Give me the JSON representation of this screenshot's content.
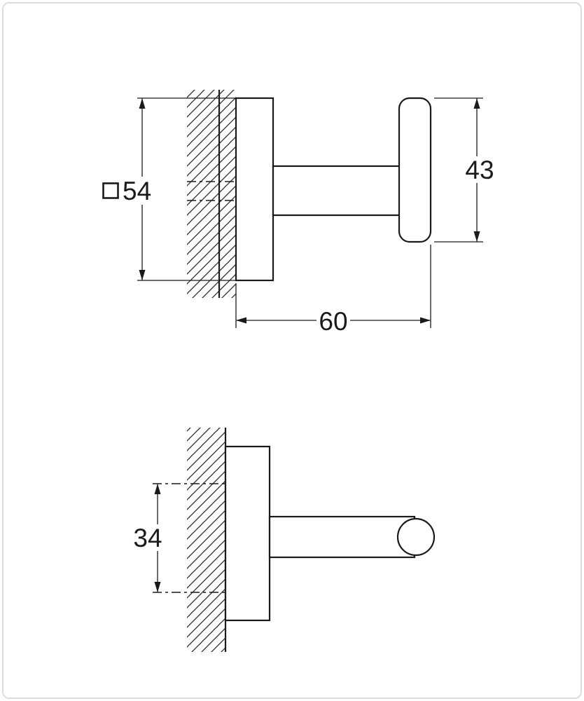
{
  "drawing": {
    "type": "technical-dimension-drawing",
    "subject": "wall-mounted square robe hook, side view and plan view",
    "colors": {
      "line": "#1a1a1a",
      "background": "#ffffff",
      "frame_border": "#dcdcdc"
    },
    "side_view": {
      "plate_height_label": "54",
      "plate_height_prefix_icon": "square-section-symbol",
      "hook_height_label": "43",
      "projection_label": "60"
    },
    "plan_view": {
      "fixing_span_label": "34"
    }
  }
}
